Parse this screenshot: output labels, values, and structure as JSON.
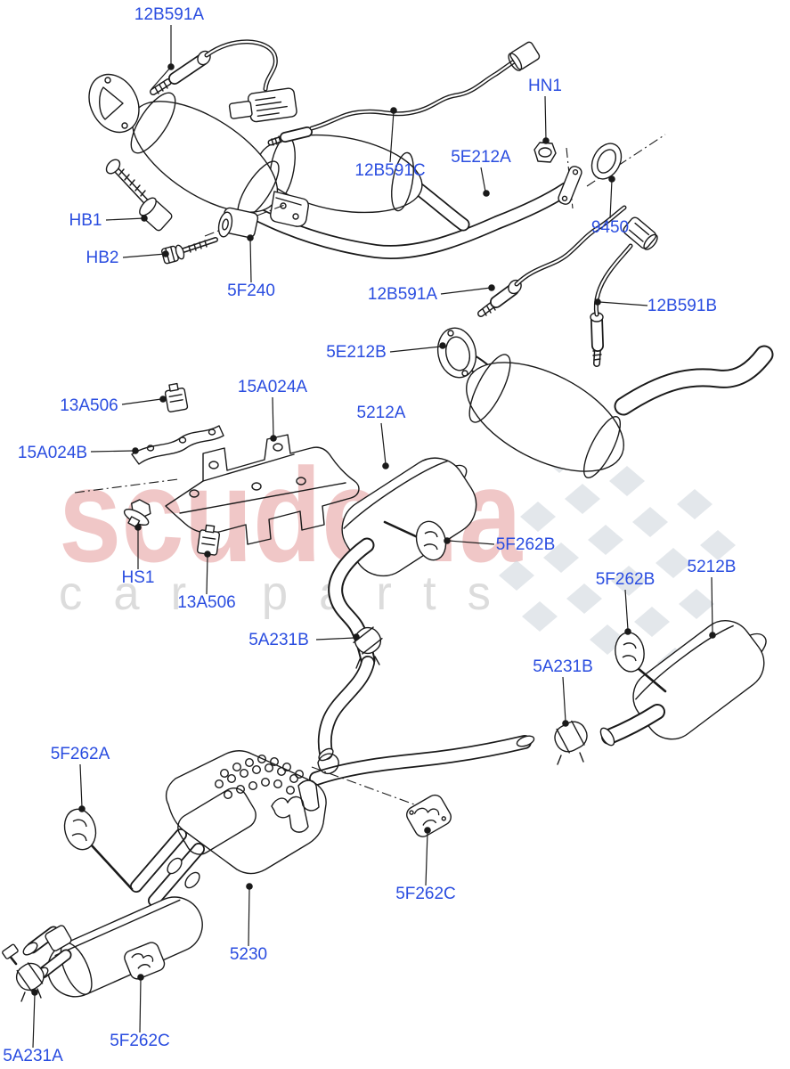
{
  "watermark": {
    "brand": "scuderia",
    "tagline": "car parts",
    "brand_color": "#cc4747",
    "tagline_color": "#8a8a8a",
    "flag_color": "#ccd3da"
  },
  "diagram": {
    "line_color": "#1a1a1a",
    "label_color": "#2a4de0",
    "labels": [
      {
        "id": "12B591A-top",
        "text": "12B591A"
      },
      {
        "id": "HB1",
        "text": "HB1"
      },
      {
        "id": "HB2",
        "text": "HB2"
      },
      {
        "id": "5F240",
        "text": "5F240"
      },
      {
        "id": "12B591C",
        "text": "12B591C"
      },
      {
        "id": "5E212A",
        "text": "5E212A"
      },
      {
        "id": "HN1",
        "text": "HN1"
      },
      {
        "id": "9450",
        "text": "9450"
      },
      {
        "id": "12B591A-mid",
        "text": "12B591A"
      },
      {
        "id": "12B591B",
        "text": "12B591B"
      },
      {
        "id": "5E212B",
        "text": "5E212B"
      },
      {
        "id": "5212A",
        "text": "5212A"
      },
      {
        "id": "13A506-upper",
        "text": "13A506"
      },
      {
        "id": "15A024A",
        "text": "15A024A"
      },
      {
        "id": "15A024B",
        "text": "15A024B"
      },
      {
        "id": "HS1",
        "text": "HS1"
      },
      {
        "id": "13A506-lower",
        "text": "13A506"
      },
      {
        "id": "5F262B-left",
        "text": "5F262B"
      },
      {
        "id": "5F262B-right",
        "text": "5F262B"
      },
      {
        "id": "5212B",
        "text": "5212B"
      },
      {
        "id": "5A231B-left",
        "text": "5A231B"
      },
      {
        "id": "5A231B-right",
        "text": "5A231B"
      },
      {
        "id": "5F262A",
        "text": "5F262A"
      },
      {
        "id": "5F262C-center",
        "text": "5F262C"
      },
      {
        "id": "5230",
        "text": "5230"
      },
      {
        "id": "5A231A",
        "text": "5A231A"
      },
      {
        "id": "5F262C-front",
        "text": "5F262C"
      }
    ]
  }
}
